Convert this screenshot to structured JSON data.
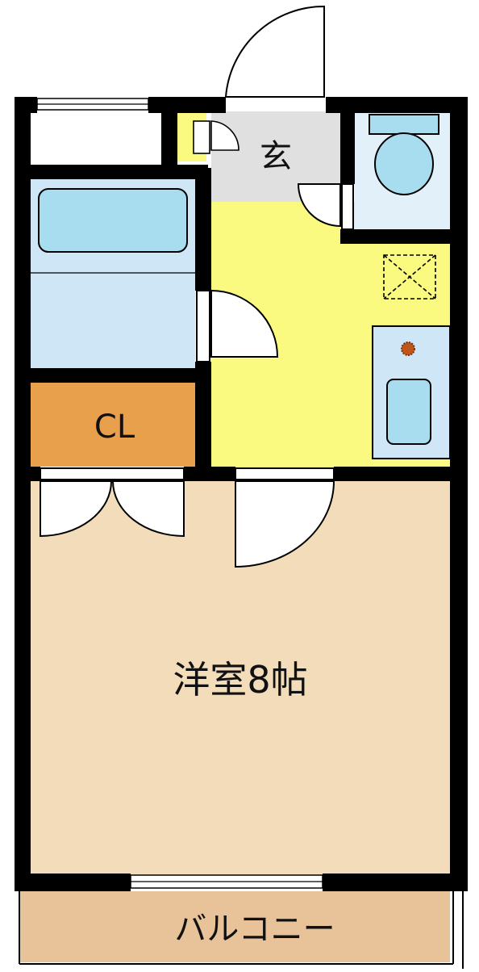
{
  "rooms": {
    "entrance": {
      "label": "玄"
    },
    "closet": {
      "label": "CL"
    },
    "main_room": {
      "label": "洋室8帖"
    },
    "balcony": {
      "label": "バルコニー"
    }
  },
  "colors": {
    "wall": "#000000",
    "entrance_floor": "#e0e0e0",
    "kitchen_floor": "#fafa80",
    "bath": "#cfe6f7",
    "tub": "#a8dcef",
    "closet": "#e9a04c",
    "room_floor": "#f2dcba",
    "balcony": "#e8c39a",
    "stove_burner": "#c0551a"
  },
  "icons": [
    "toilet-icon",
    "bathtub-icon",
    "sink-icon",
    "stove-burner-icon",
    "washer-space-icon"
  ]
}
